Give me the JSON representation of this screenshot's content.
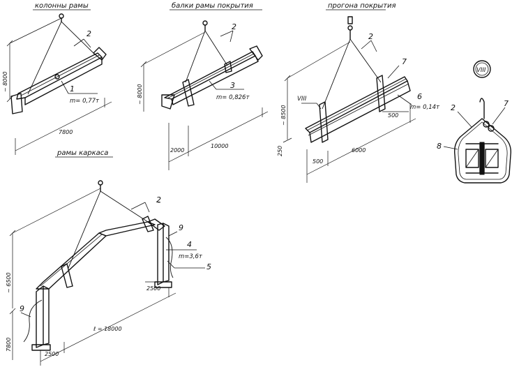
{
  "titles": {
    "columns": "колонны рамы",
    "beams": "балки рамы покрытия",
    "purlins": "прогона покрытия",
    "frames": "рамы каркаса"
  },
  "callouts": {
    "sling": "2",
    "c1": "1",
    "c3": "3",
    "c4": "4",
    "c5": "5",
    "c6": "6",
    "c7": "7",
    "c8": "8",
    "c9": "9",
    "section": "VIII"
  },
  "masses": {
    "column": "m= 0,77т",
    "beam": "m= 0,826т",
    "purlin": "m= 0,14т",
    "frame": "m=3,6т"
  },
  "dims": {
    "col_height": "~ 8000",
    "col_length": "7800",
    "beam_height": "~ 8000",
    "beam_a": "2000",
    "beam_b": "10000",
    "pur_height": "~ 8500",
    "pur_side": "250",
    "pur_a": "500",
    "pur_b": "500",
    "pur_c": "6000",
    "frm_height": "~ 6500",
    "frm_low": "7800",
    "frm_a": "2500",
    "frm_b": "2500",
    "frm_span": "ℓ = 18000"
  }
}
